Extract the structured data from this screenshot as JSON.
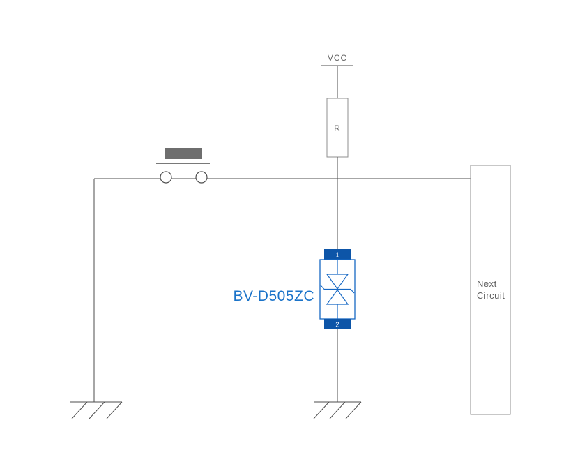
{
  "diagram": {
    "power_label": "VCC",
    "resistor_label": "R",
    "component_label": "BV-D505ZC",
    "terminal_top": "1",
    "terminal_bottom": "2",
    "next_circuit": {
      "line1": "Next",
      "line2": "Circuit"
    },
    "colors": {
      "wire": "#4d4d4d",
      "box_stroke": "#8f8f8f",
      "gray_text": "#666666",
      "component_blue": "#1668c4",
      "terminal_fill_blue": "#0d55a8",
      "label_blue": "#1a73c9",
      "button_cap_gray": "#6e6e6e",
      "background": "#ffffff"
    }
  }
}
